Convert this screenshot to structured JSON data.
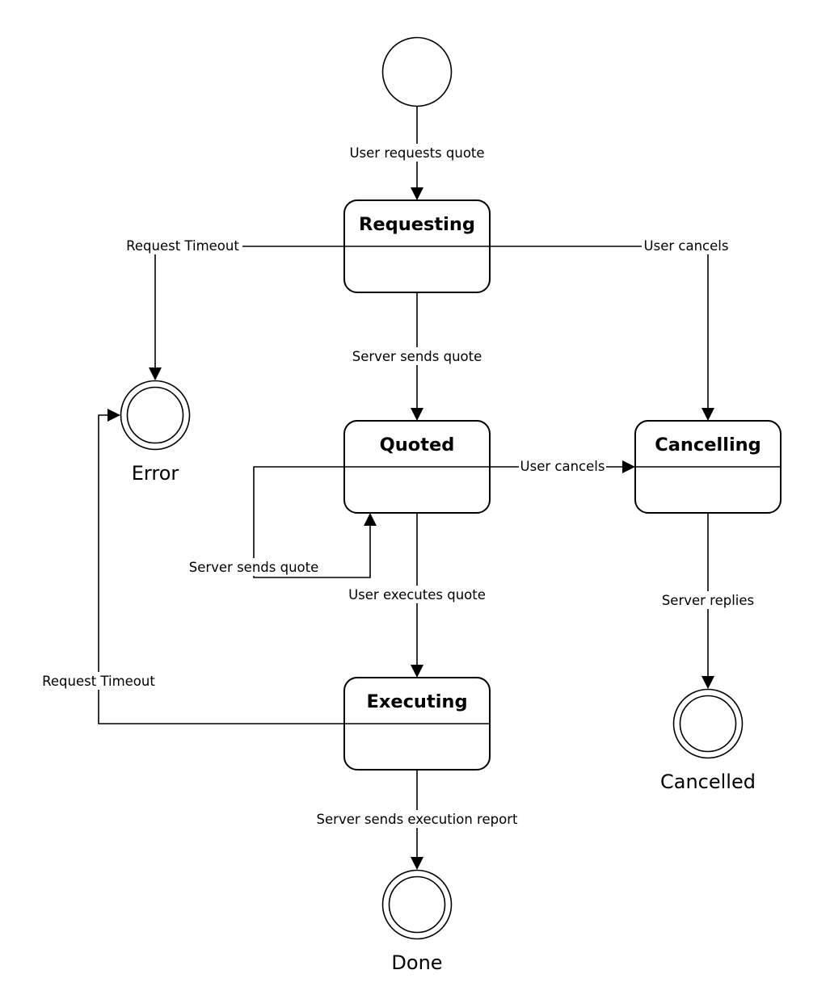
{
  "states": {
    "requesting": "Requesting",
    "quoted": "Quoted",
    "cancelling": "Cancelling",
    "executing": "Executing"
  },
  "final_states": {
    "error": "Error",
    "cancelled": "Cancelled",
    "done": "Done"
  },
  "transitions": {
    "user_requests_quote": "User requests quote",
    "request_timeout_from_requesting": "Request Timeout",
    "user_cancels_from_requesting": "User cancels",
    "server_sends_quote": "Server sends quote",
    "user_cancels_from_quoted": "User cancels",
    "server_sends_quote_self": "Server sends quote",
    "user_executes_quote": "User executes quote",
    "server_replies": "Server replies",
    "request_timeout_from_executing": "Request Timeout",
    "server_sends_execution_report": "Server sends execution report"
  }
}
